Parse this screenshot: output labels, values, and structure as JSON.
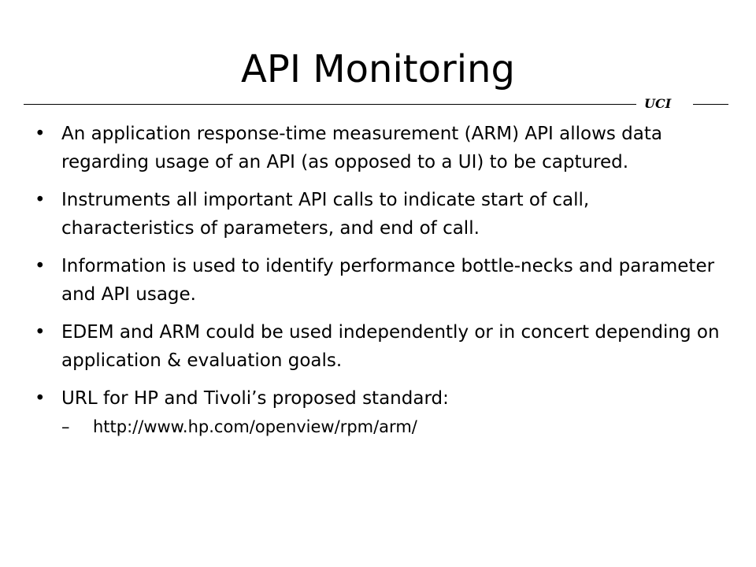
{
  "slide": {
    "title": "API Monitoring",
    "logo_text": "UCI",
    "bullet_glyph": "•",
    "dash_glyph": "–",
    "bullets": [
      {
        "text": "An application response-time measurement (ARM) API allows data regarding usage of an API (as opposed to a UI) to be captured."
      },
      {
        "text": "Instruments all important API calls to indicate start of call, characteristics of parameters, and end of call."
      },
      {
        "text": "Information is used to identify performance bottle-necks and parameter and API usage."
      },
      {
        "text": "EDEM and ARM could be used independently or in concert depending on application & evaluation goals."
      },
      {
        "text": "URL for HP and Tivoli’s proposed standard:",
        "sub": [
          "http://www.hp.com/openview/rpm/arm/"
        ]
      }
    ]
  }
}
